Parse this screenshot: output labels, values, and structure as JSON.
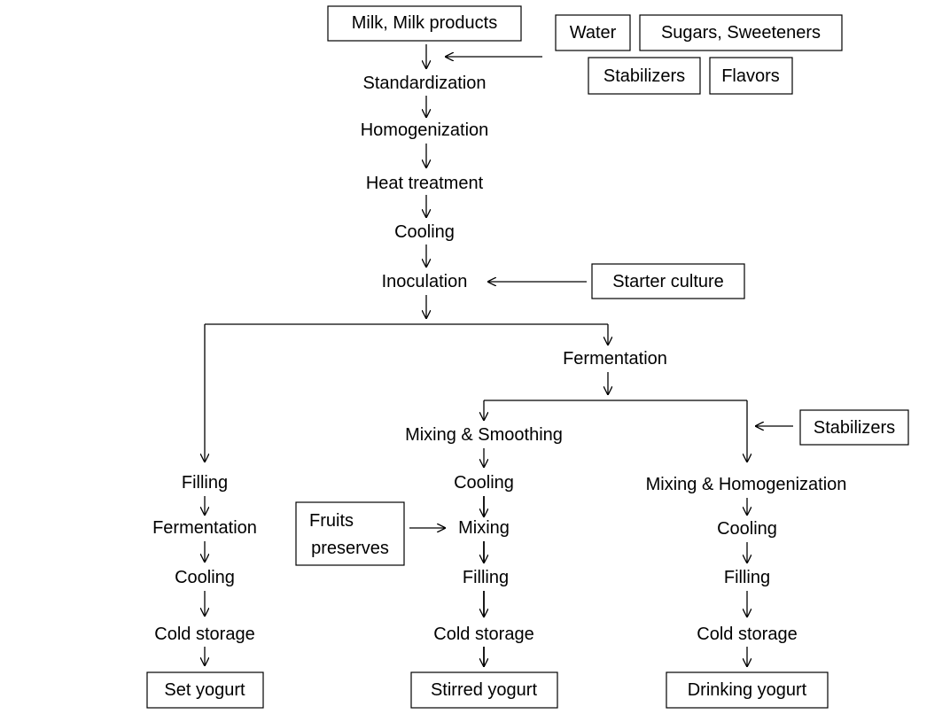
{
  "inputs": {
    "milk": "Milk, Milk products",
    "water": "Water",
    "sugars": "Sugars, Sweeteners",
    "stabilizers": "Stabilizers",
    "flavors": "Flavors",
    "starter": "Starter culture",
    "stabilizers_drink": "Stabilizers",
    "fruits_line1": "Fruits",
    "fruits_line2": "preserves"
  },
  "main_steps": [
    "Standardization",
    "Homogenization",
    "Heat treatment",
    "Cooling",
    "Inoculation"
  ],
  "fermentation": "Fermentation",
  "set_branch": {
    "steps": [
      "Filling",
      "Fermentation",
      "Cooling",
      "Cold storage"
    ],
    "product": "Set yogurt"
  },
  "stirred_branch": {
    "steps": [
      "Mixing & Smoothing",
      "Cooling",
      "Mixing",
      "Filling",
      "Cold storage"
    ],
    "product": "Stirred yogurt"
  },
  "drinking_branch": {
    "steps": [
      "Mixing & Homogenization",
      "Cooling",
      "Filling",
      "Cold storage"
    ],
    "product": "Drinking yogurt"
  }
}
